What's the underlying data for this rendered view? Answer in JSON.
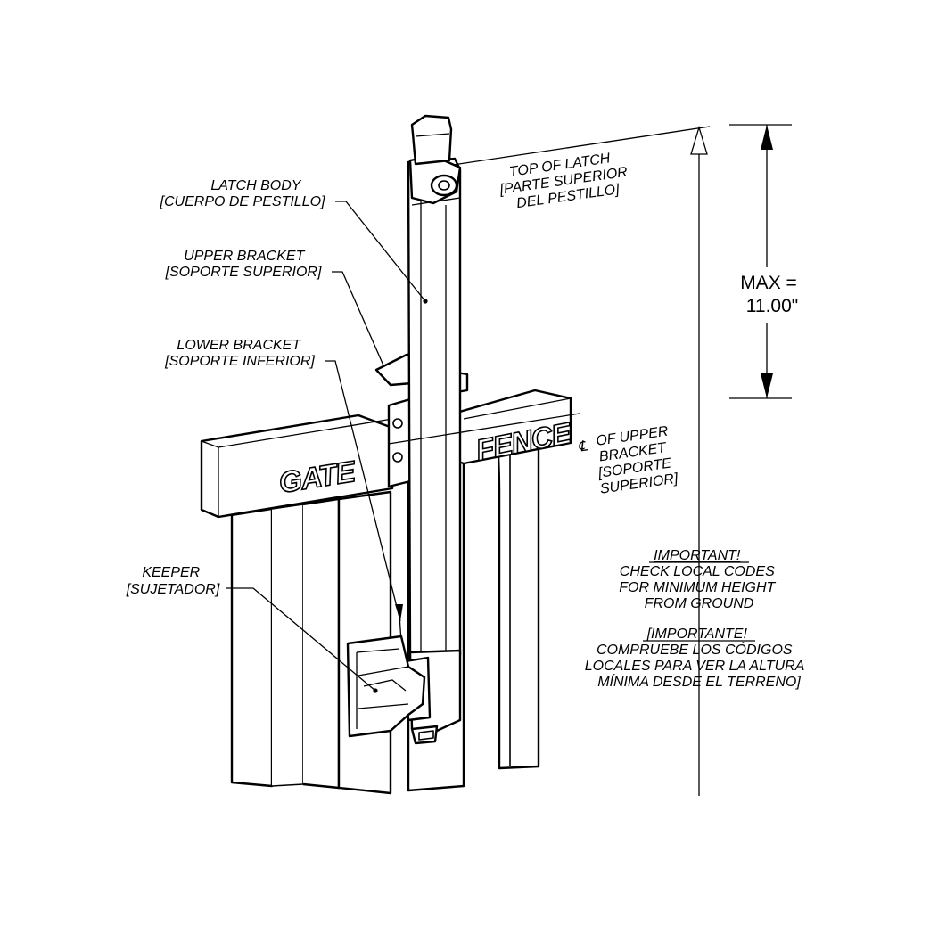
{
  "labels": {
    "latch_body": [
      "LATCH BODY",
      "[CUERPO DE PESTILLO]"
    ],
    "upper_bracket": [
      "UPPER BRACKET",
      "[SOPORTE SUPERIOR]"
    ],
    "lower_bracket": [
      "LOWER BRACKET",
      "[SOPORTE INFERIOR]"
    ],
    "keeper": [
      "KEEPER",
      "[SUJETADOR]"
    ],
    "top_of_latch": [
      "TOP OF LATCH",
      "[PARTE SUPERIOR",
      "DEL PESTILLO]"
    ],
    "cl_upper_bracket": [
      "OF UPPER",
      "BRACKET",
      "[SOPORTE",
      "SUPERIOR]"
    ],
    "centerline_symbol": "℄"
  },
  "dimension": {
    "line1": "MAX =",
    "line2": "11.00\""
  },
  "rails": {
    "gate": "GATE",
    "fence": "FENCE"
  },
  "notes": {
    "english": [
      "IMPORTANT!",
      "CHECK LOCAL CODES",
      "FOR MINIMUM HEIGHT",
      "FROM GROUND"
    ],
    "spanish": [
      "[IMPORTANTE!",
      "COMPRUEBE LOS CÓDIGOS",
      "LOCALES PARA VER LA ALTURA",
      "MÍNIMA DESDE EL TERRENO]"
    ]
  }
}
